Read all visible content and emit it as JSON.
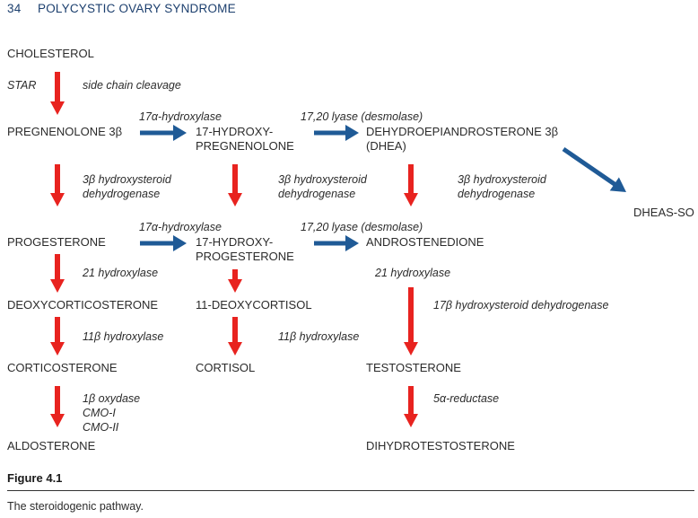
{
  "header": {
    "page_number": "34",
    "title": "POLYCYSTIC OVARY SYNDROME"
  },
  "colors": {
    "red_arrow": "#e8231f",
    "blue_arrow": "#1f5a96",
    "header_text": "#1c3f6e"
  },
  "nodes": {
    "cholesterol": "CHOLESTEROL",
    "pregnenolone": "PREGNENOLONE 3β",
    "hydroxy_pregnenolone_1": "17-HYDROXY-",
    "hydroxy_pregnenolone_2": "PREGNENOLONE",
    "dhea_1": "DEHYDROEPIANDROSTERONE 3β",
    "dhea_2": "(DHEA)",
    "dheas": "DHEAS-SO",
    "progesterone": "PROGESTERONE",
    "hydroxy_progesterone_1": "17-HYDROXY-",
    "hydroxy_progesterone_2": "PROGESTERONE",
    "androstenedione": "ANDROSTENEDIONE",
    "deoxycorticosterone": "DEOXYCORTICOSTERONE",
    "deoxycortisol": "11-DEOXYCORTISOL",
    "corticosterone": "CORTICOSTERONE",
    "cortisol": "CORTISOL",
    "testosterone": "TESTOSTERONE",
    "aldosterone": "ALDOSTERONE",
    "dihydrotestosterone": "DIHYDROTESTOSTERONE"
  },
  "enzymes": {
    "star": "STAR",
    "side_chain_cleavage": "side chain cleavage",
    "hydroxylase_17a_top": "17α-hydroxylase",
    "lyase_top": "17,20 lyase (desmolase)",
    "hsd3b_1_a": "3β hydroxysteroid",
    "hsd3b_1_b": "dehydrogenase",
    "hsd3b_2_a": "3β hydroxysteroid",
    "hsd3b_2_b": "dehydrogenase",
    "hsd3b_3_a": "3β hydroxysteroid",
    "hsd3b_3_b": "dehydrogenase",
    "hydroxylase_17a_mid": "17α-hydroxylase",
    "lyase_mid": "17,20 lyase (desmolase)",
    "hydroxylase_21_left": "21 hydroxylase",
    "hydroxylase_21_right": "21 hydroxylase",
    "hsd17b": "17β hydroxysteroid dehydrogenase",
    "hydroxylase_11b_left": "11β hydroxylase",
    "hydroxylase_11b_mid": "11β hydroxylase",
    "oxydase_1b": "1β oxydase",
    "cmo1": "CMO-I",
    "cmo2": "CMO-II",
    "reductase_5a": "5α-reductase"
  },
  "figure": {
    "title": "Figure 4.1",
    "caption": "The steroidogenic pathway."
  }
}
